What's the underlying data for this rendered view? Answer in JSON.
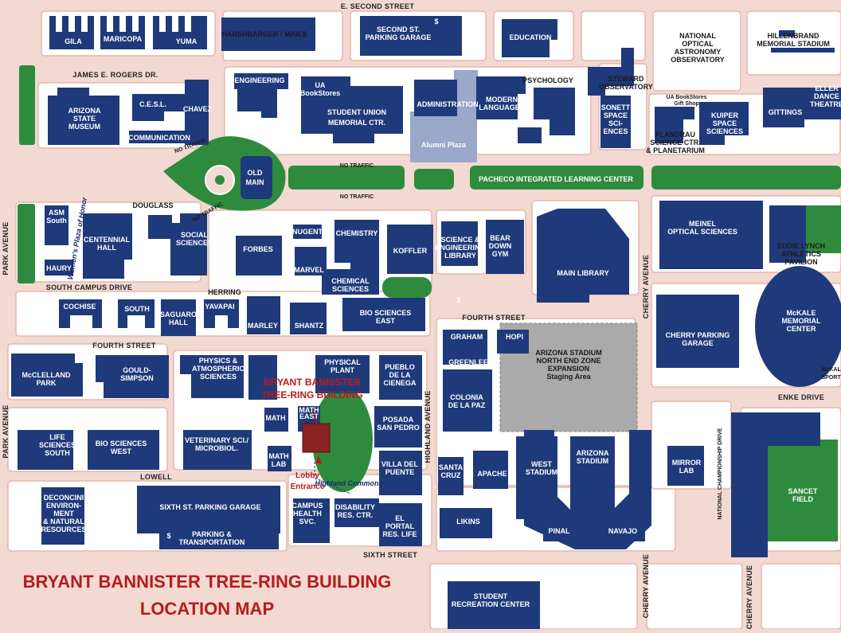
{
  "title": {
    "line1": "BRYANT BANNISTER TREE-RING BUILDING",
    "line2": "LOCATION MAP"
  },
  "highlight": {
    "name_line1": "BRYANT BANNISTER",
    "name_line2": "TREE-RING BUILDING",
    "entrance_line1": "Lobby",
    "entrance_line2": "Entrance",
    "color": "#8b2323"
  },
  "colors": {
    "building": "#1f3a7a",
    "green": "#2e8b3d",
    "road": "#f2d9d2",
    "road_edge": "#e6b7ab",
    "block": "#ffffff",
    "accent": "#b51c1c"
  },
  "streets": {
    "second": "E. SECOND STREET",
    "rogers": "JAMES E. ROGERS DR.",
    "no_traffic": "NO TRAFFIC",
    "south_campus": "SOUTH CAMPUS DRIVE",
    "fourth_west": "FOURTH STREET",
    "fourth_east": "FOURTH STREET",
    "lowell": "LOWELL",
    "sixth": "SIXTH STREET",
    "park": "PARK AVENUE",
    "highland": "HIGHLAND AVENUE",
    "cherry": "CHERRY AVENUE",
    "enke": "ENKE DRIVE",
    "championship": "NATIONAL CHAMPIONSHIP DRIVE",
    "women_plaza": "Women's Plaza of Honor",
    "alumni_plaza": "Alumni Plaza",
    "highland_commons": "Highland Commons"
  },
  "buildings": {
    "gila": "GILA",
    "maricopa": "MARICOPA",
    "yuma": "YUMA",
    "harshbarger": "HARSHBARGER / MINES",
    "second_garage": [
      "SECOND ST.",
      "PARKING GARAGE"
    ],
    "education": "EDUCATION",
    "observatory": [
      "NATIONAL",
      "OPTICAL",
      "ASTRONOMY",
      "OBSERVATORY"
    ],
    "hillenbrand": [
      "HILLENBRAND",
      "MEMORIAL STADIUM"
    ],
    "museum": [
      "ARIZONA",
      "STATE",
      "MUSEUM"
    ],
    "cesl": "C.E.S.L.",
    "chavez": "CHAVEZ",
    "communication": "COMMUNICATION",
    "engineering": "ENGINEERING",
    "bookstores": [
      "UA",
      "BookStores"
    ],
    "union": [
      "STUDENT UNION",
      "MEMORIAL CTR."
    ],
    "administration": "ADMINISTRATION",
    "modern_languages": [
      "MODERN",
      "LANGUAGES"
    ],
    "psychology": "PSYCHOLOGY",
    "steward": [
      "STEWARD",
      "OBSERVATORY"
    ],
    "sonett": [
      "SONETT",
      "SPACE",
      "SCI-",
      "ENCES"
    ],
    "flandrau": [
      "FLANDRAU",
      "SCIENCE CTR.",
      "& PLANETARIUM"
    ],
    "gift_shop": [
      "UA BookStores",
      "Gift Shop"
    ],
    "kuiper": [
      "KUIPER",
      "SPACE",
      "SCIENCES"
    ],
    "gittings": "GITTINGS",
    "eller": [
      "ELLER",
      "DANCE",
      "THEATRE"
    ],
    "old_main": [
      "OLD",
      "MAIN"
    ],
    "pacheco": "PACHECO INTEGRATED LEARNING CENTER",
    "asm": [
      "ASM",
      "South"
    ],
    "haury": "HAURY",
    "centennial": [
      "CENTENNIAL",
      "HALL"
    ],
    "douglass": "DOUGLASS",
    "social": [
      "SOCIAL",
      "SCIENCES"
    ],
    "forbes": "FORBES",
    "nugent": "NUGENT",
    "marvel": "MARVEL",
    "chemistry": "CHEMISTRY",
    "chemical": [
      "CHEMICAL",
      "SCIENCES"
    ],
    "koffler": "KOFFLER",
    "sel": [
      "SCIENCE &",
      "ENGINEERING",
      "LIBRARY"
    ],
    "bear_down": [
      "BEAR",
      "DOWN",
      "GYM"
    ],
    "main_library": "MAIN LIBRARY",
    "meinel": [
      "MEINEL",
      "OPTICAL SCIENCES"
    ],
    "eddie_lynch": [
      "EDDIE LYNCH",
      "ATHLETICS",
      "PAVILION"
    ],
    "mckale": [
      "McKALE",
      "MEMORIAL",
      "CENTER"
    ],
    "mckale_sports": [
      "McKALE",
      "SPORTS"
    ],
    "cochise": "COCHISE",
    "south": "SOUTH",
    "saguaro": [
      "SAGUARO",
      "HALL"
    ],
    "yavapai": "YAVAPAI",
    "herring": "HERRING",
    "marley": "MARLEY",
    "shantz": "SHANTZ",
    "bio_east": [
      "BIO SCIENCES",
      "EAST"
    ],
    "graham": "GRAHAM",
    "greenlee": "GREENLEE",
    "hopi": "HOPI",
    "stadium_expansion": [
      "ARIZONA STADIUM",
      "NORTH END ZONE",
      "EXPANSION",
      "Staging Area"
    ],
    "cherry_garage": [
      "CHERRY PARKING",
      "GARAGE"
    ],
    "mcclelland": [
      "McCLELLAND",
      "PARK"
    ],
    "gould": [
      "GOULD-",
      "SIMPSON"
    ],
    "physics": [
      "PHYSICS &",
      "ATMOSPHERIC",
      "SCIENCES"
    ],
    "physical_plant": [
      "PHYSICAL",
      "PLANT"
    ],
    "pueblo": [
      "PUEBLO",
      "DE LA",
      "CIENEGA"
    ],
    "colonia": [
      "COLONIA",
      "DE LA PAZ"
    ],
    "math": "MATH",
    "math_east": [
      "MATH",
      "EAST"
    ],
    "math_lab": [
      "MATH",
      "LAB"
    ],
    "posada": [
      "POSADA",
      "SAN PEDRO"
    ],
    "life_south": [
      "LIFE",
      "SCIENCES",
      "SOUTH"
    ],
    "bio_west": [
      "BIO SCIENCES",
      "WEST"
    ],
    "vet": [
      "VETERINARY SCI./",
      "MICROBIOL."
    ],
    "villa": [
      "VILLA DEL",
      "PUENTE"
    ],
    "santa_cruz": [
      "SANTA",
      "CRUZ"
    ],
    "apache": "APACHE",
    "west_stadium": [
      "WEST",
      "STADIUM"
    ],
    "arizona_stadium": [
      "ARIZONA",
      "STADIUM"
    ],
    "mirror_lab": [
      "MIRROR",
      "LAB"
    ],
    "sancet": [
      "SANCET",
      "FIELD"
    ],
    "deconcini": [
      "DECONCINI",
      "ENVIRON-",
      "MENT",
      "& NATURAL",
      "RESOURCES"
    ],
    "sixth_garage": "SIXTH ST. PARKING GARAGE",
    "parking_transport": [
      "PARKING &",
      "TRANSPORTATION"
    ],
    "campus_health": [
      "CAMPUS",
      "HEALTH",
      "SVC."
    ],
    "disability": [
      "DISABILITY",
      "RES. CTR."
    ],
    "el_portal": [
      "EL",
      "PORTAL",
      "RES. LIFE"
    ],
    "likins": "LIKINS",
    "pinal": "PINAL",
    "navajo": "NAVAJO",
    "rec_center": [
      "STUDENT",
      "RECREATION CENTER"
    ]
  },
  "parking_symbol": "$"
}
